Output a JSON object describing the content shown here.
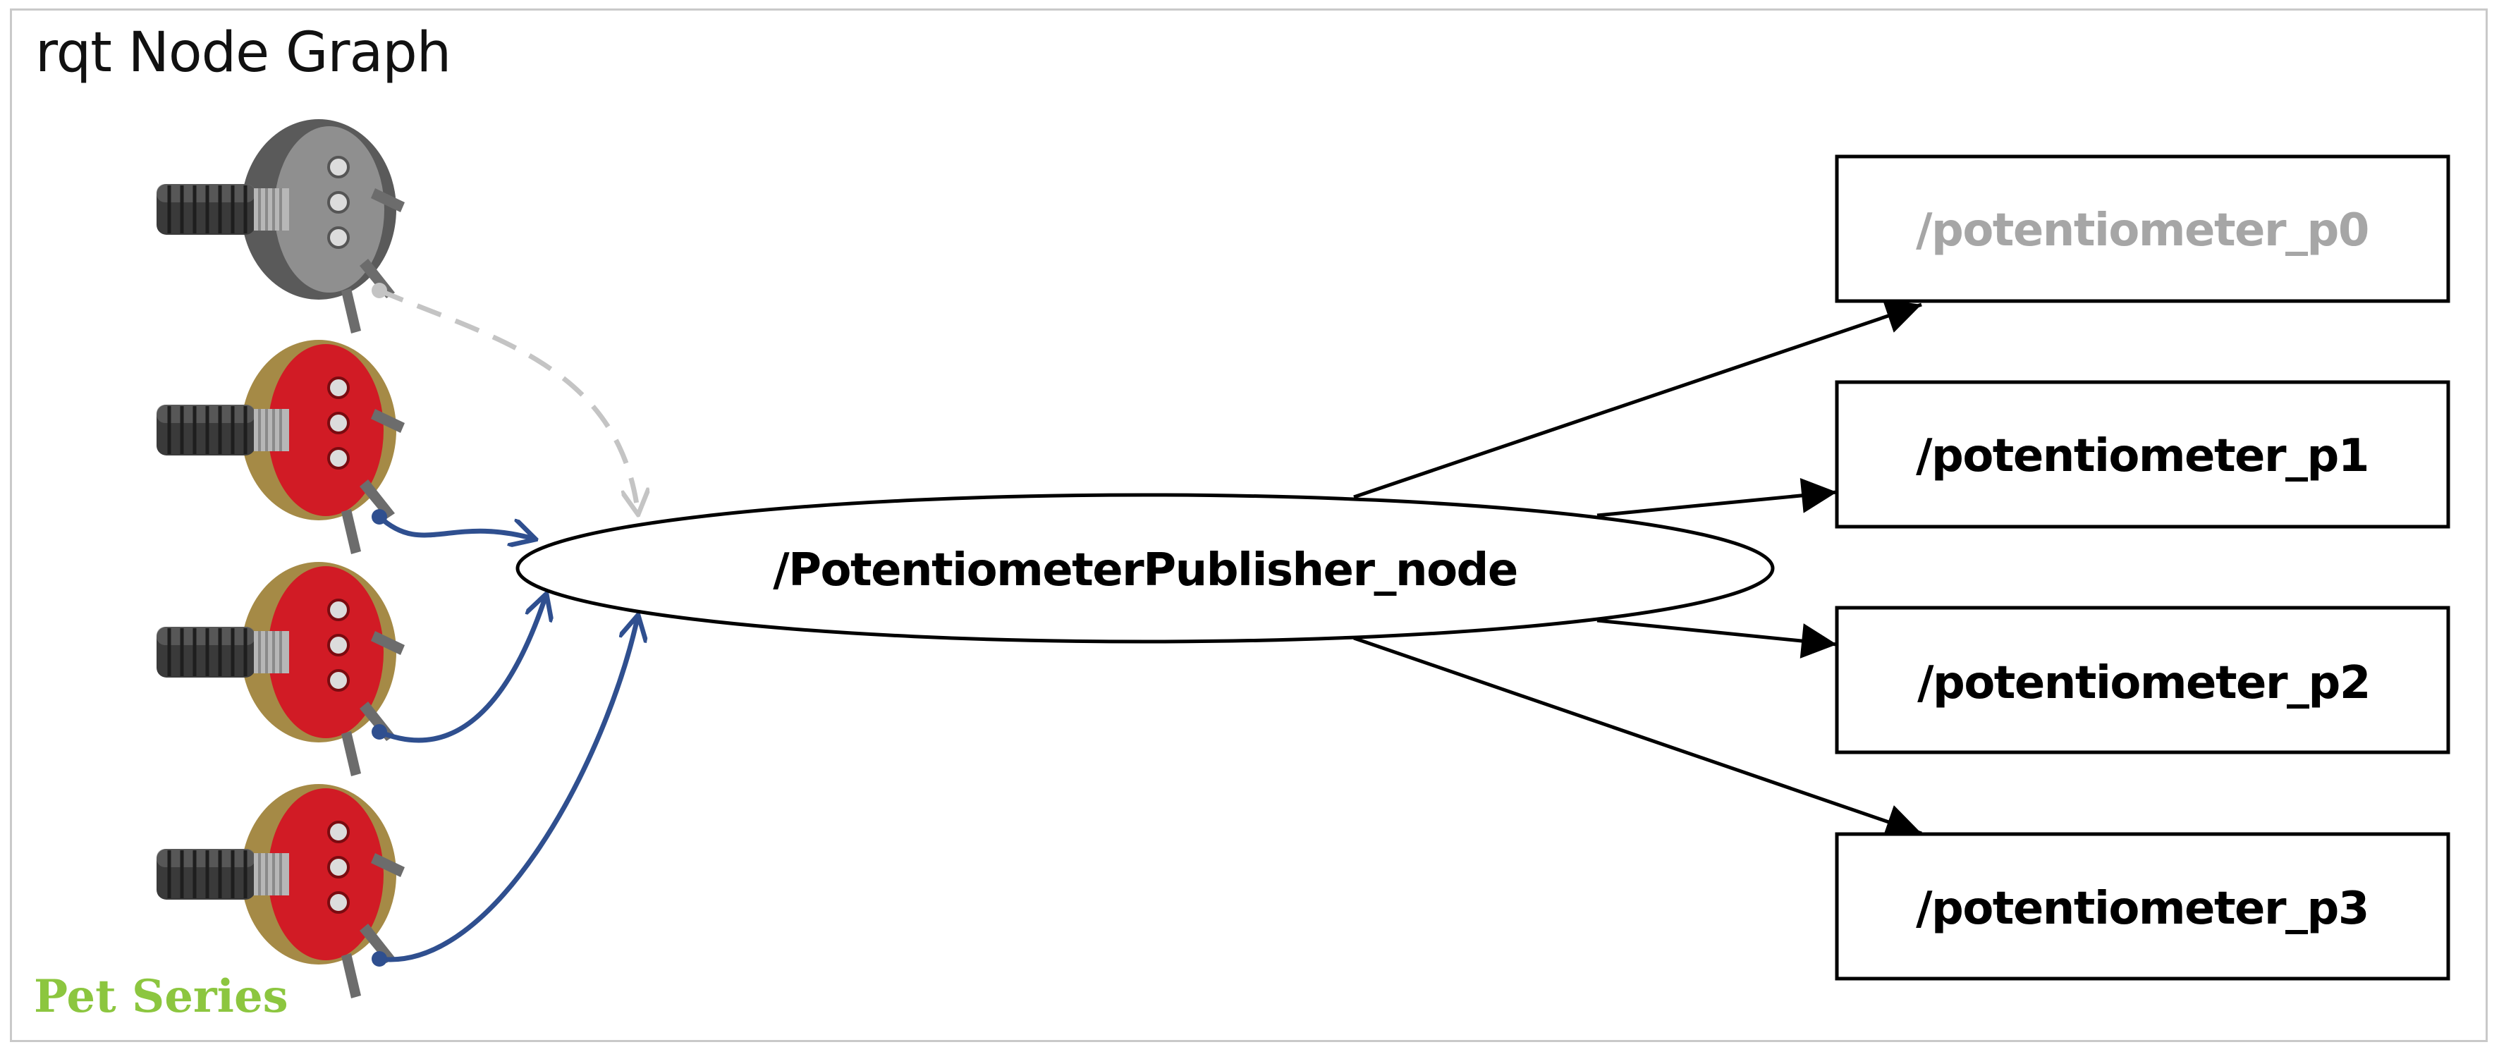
{
  "header": {
    "title": "rqt Node Graph"
  },
  "brand": {
    "label": "Pet Series",
    "color": "#8cc63f"
  },
  "graph": {
    "node": {
      "name": "/PotentiometerPublisher_node",
      "shape": "ellipse"
    },
    "topics": [
      {
        "name": "/potentiometer_p0",
        "state": "inactive",
        "color": "#a6a6a6"
      },
      {
        "name": "/potentiometer_p1",
        "state": "active",
        "color": "#000000"
      },
      {
        "name": "/potentiometer_p2",
        "state": "active",
        "color": "#000000"
      },
      {
        "name": "/potentiometer_p3",
        "state": "active",
        "color": "#000000"
      }
    ],
    "potentiometers": [
      {
        "icon": "potentiometer-icon",
        "body_color": "#5a5a5a",
        "state": "inactive"
      },
      {
        "icon": "potentiometer-icon",
        "body_color": "#d11b25",
        "state": "active"
      },
      {
        "icon": "potentiometer-icon",
        "body_color": "#d11b25",
        "state": "active"
      },
      {
        "icon": "potentiometer-icon",
        "body_color": "#d11b25",
        "state": "active"
      }
    ],
    "colors": {
      "input_connection": "#2f4f8f",
      "inactive_connection": "#c4c4c4",
      "edge": "#000000"
    }
  }
}
